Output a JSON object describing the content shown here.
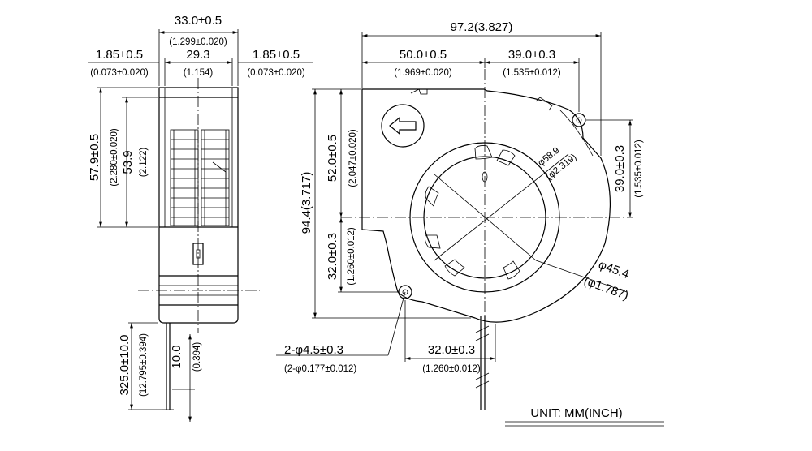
{
  "side_view": {
    "width": "33.0±0.5",
    "width_in": "(1.299±0.020)",
    "left_wall": "1.85±0.5",
    "left_wall_in": "(0.073±0.020)",
    "inner": "29.3",
    "inner_in": "(1.154)",
    "right_wall": "1.85±0.5",
    "right_wall_in": "(0.073±0.020)",
    "height_outer": "57.9±0.5",
    "height_outer_in": "(2.280±0.020)",
    "height_inner": "53.9",
    "height_inner_in": "(2.122)",
    "cable_len": "325.0±10.0",
    "cable_len_in": "(12.795±0.394)",
    "strip": "10.0",
    "strip_in": "(0.394)"
  },
  "front_view": {
    "total_width": "97.2(3.827)",
    "left_span": "50.0±0.5",
    "left_span_in": "(1.969±0.020)",
    "right_span": "39.0±0.3",
    "right_span_in": "(1.535±0.012)",
    "total_height": "94.4(3.717)",
    "upper_height": "52.0±0.5",
    "upper_height_in": "(2.047±0.020)",
    "lower_height": "32.0±0.3",
    "lower_height_in": "(1.260±0.012)",
    "right_height": "39.0±0.3",
    "right_height_in": "(1.535±0.012)",
    "hub_dia": "φ58.9",
    "hub_dia_in": "(φ2.319)",
    "rotor_dia": "φ45.4",
    "rotor_dia_in": "(φ1.787)",
    "holes": "2-φ4.5±0.3",
    "holes_in": "(2-φ0.177±0.012)",
    "bottom_span": "32.0±0.3",
    "bottom_span_in": "(1.260±0.012)"
  },
  "unit_label": "UNIT: MM(INCH)"
}
